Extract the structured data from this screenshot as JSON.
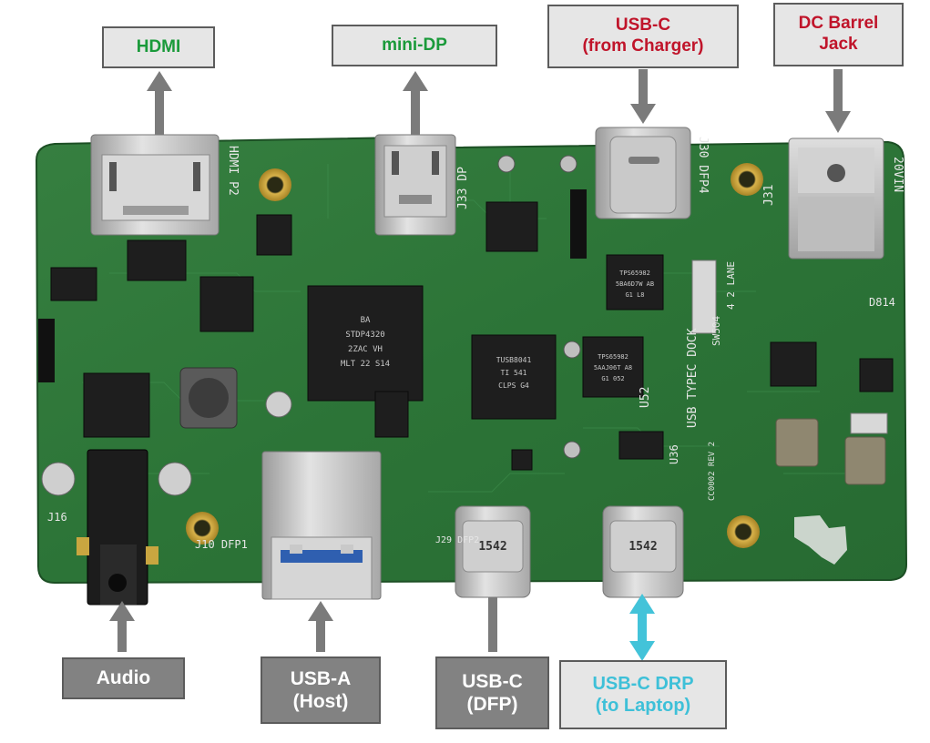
{
  "callouts_top": [
    {
      "id": "hdmi",
      "lines": [
        "HDMI"
      ],
      "color": "#1a9a3a"
    },
    {
      "id": "mini-dp",
      "lines": [
        "mini-DP"
      ],
      "color": "#1a9a3a"
    },
    {
      "id": "usb-c-charger",
      "lines": [
        "USB-C",
        "(from Charger)"
      ],
      "color": "#c0142a"
    },
    {
      "id": "dc-barrel-jack",
      "lines": [
        "DC Barrel",
        "Jack"
      ],
      "color": "#c0142a"
    }
  ],
  "callouts_bottom": [
    {
      "id": "audio",
      "lines": [
        "Audio"
      ],
      "color": "#ffffff"
    },
    {
      "id": "usb-a-host",
      "lines": [
        "USB-A",
        "(Host)"
      ],
      "color": "#ffffff"
    },
    {
      "id": "usb-c-dfp",
      "lines": [
        "USB-C",
        "(DFP)"
      ],
      "color": "#ffffff"
    },
    {
      "id": "usb-c-drp",
      "lines": [
        "USB-C DRP",
        "(to Laptop)"
      ],
      "color": "#3ec0d8"
    }
  ],
  "colors": {
    "arrow": "#7b7b7b",
    "arrow_drp": "#43c3d9",
    "pcb": "#2f7a3a",
    "pcb_dark": "#1f5a2a",
    "gold": "#c9a640",
    "metal": "#c4c4c4",
    "chip": "#1e1e1e",
    "green_label": "#1a9a3a",
    "red_label": "#c0142a",
    "cyan_label": "#3ec0d8"
  },
  "board": {
    "silkscreen": {
      "hdmi_ref": "HDMI P2",
      "mini_dp_ref": "J33 DP",
      "charger_ref": "J30 DFP4",
      "barrel_ref": "J31",
      "voltage": "20VIN",
      "audio_ref": "J16",
      "usb_a_ref": "J10 DFP1",
      "usb_c_dfp_ref": "J29 DFP2",
      "board_name": "USB TYPEC DOCK",
      "lane": "4 2 LANE",
      "switch_ref": "SW504",
      "diode_ref": "D814",
      "ufp_ref": "U52",
      "u36": "U36",
      "rev": "CC0002 REV 2"
    },
    "chips": {
      "main_soc": [
        "BA",
        "STDP4320",
        "2ZAC VH",
        "MLT 22 S14"
      ],
      "usb_hub": [
        "TUSB8041",
        "TI 541",
        "CLPS G4"
      ],
      "pd_ctrl": [
        "TPS65982",
        "5AAJ06T A8",
        "G1 052"
      ],
      "pd_ctrl_2": [
        "TPS65982",
        "5BA6D7W AB",
        "G1 L8"
      ],
      "usbc_port_text": "1542"
    }
  }
}
